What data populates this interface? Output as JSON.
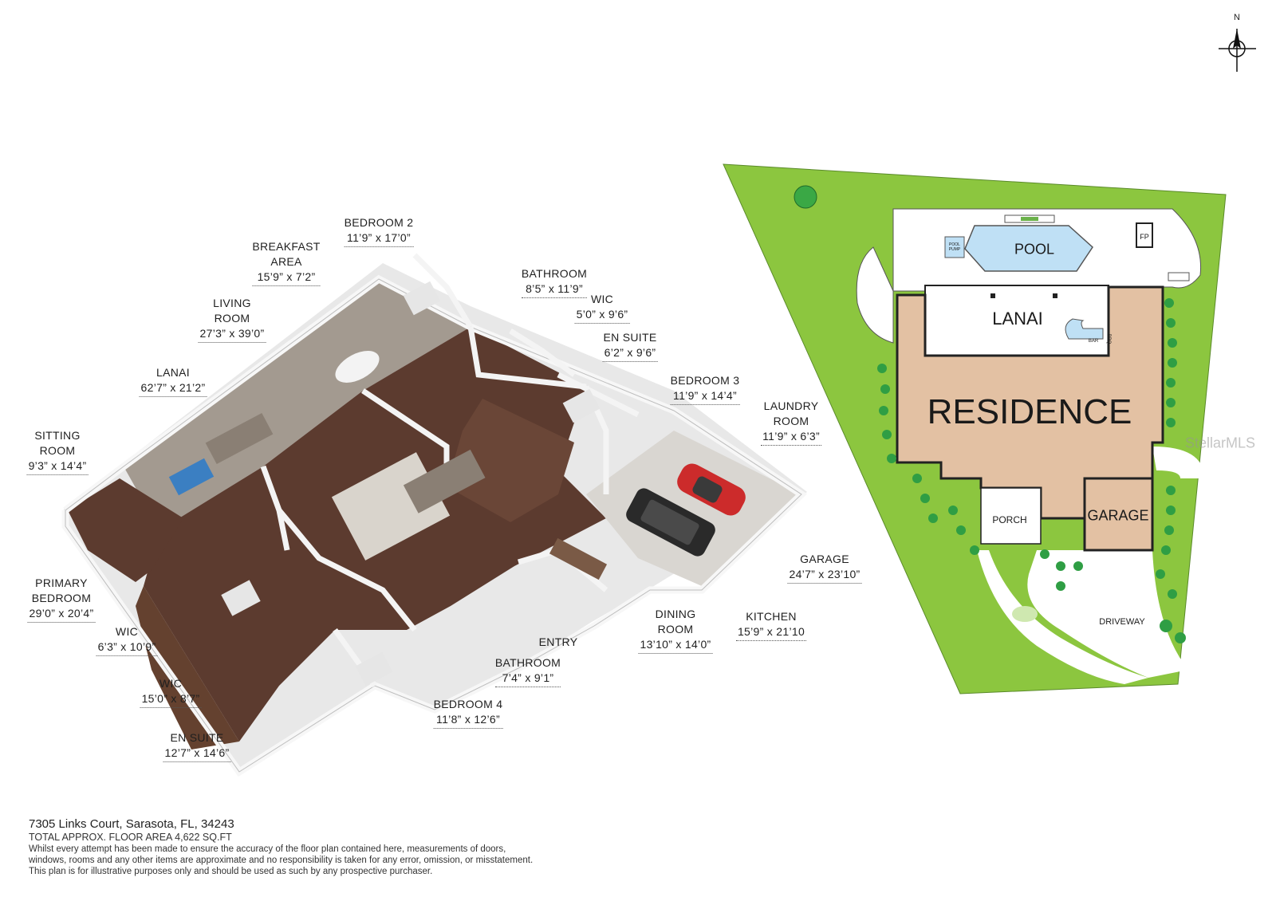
{
  "floor_plan": {
    "rooms": [
      {
        "id": "bedroom-2",
        "name": "BEDROOM 2",
        "dims": "11’9” x 17’0”"
      },
      {
        "id": "breakfast-area",
        "name": "BREAKFAST AREA",
        "name_lines": [
          "BREAKFAST",
          "AREA"
        ],
        "dims": "15’9” x 7’2”"
      },
      {
        "id": "bathroom-upper",
        "name": "BATHROOM",
        "dims": "8’5” x 11’9”"
      },
      {
        "id": "wic-upper",
        "name": "WIC",
        "dims": "5’0” x 9’6”"
      },
      {
        "id": "living-room",
        "name": "LIVING ROOM",
        "name_lines": [
          "LIVING",
          "ROOM"
        ],
        "dims": "27’3” x 39’0”"
      },
      {
        "id": "en-suite-upper",
        "name": "EN SUITE",
        "dims": "6’2” x 9’6”"
      },
      {
        "id": "lanai",
        "name": "LANAI",
        "dims": "62’7” x 21’2”"
      },
      {
        "id": "bedroom-3",
        "name": "BEDROOM 3",
        "dims": "11’9” x 14’4”"
      },
      {
        "id": "laundry-room",
        "name": "LAUNDRY ROOM",
        "name_lines": [
          "LAUNDRY",
          "ROOM"
        ],
        "dims": "11’9” x 6’3”"
      },
      {
        "id": "sitting-room",
        "name": "SITTING ROOM",
        "name_lines": [
          "SITTING",
          "ROOM"
        ],
        "dims": "9’3” x 14’4”"
      },
      {
        "id": "garage",
        "name": "GARAGE",
        "dims": "24’7” x 23’10”"
      },
      {
        "id": "primary-bedroom",
        "name": "PRIMARY BEDROOM",
        "name_lines": [
          "PRIMARY",
          "BEDROOM"
        ],
        "dims": "29’0” x 20’4”"
      },
      {
        "id": "dining-room",
        "name": "DINING ROOM",
        "name_lines": [
          "DINING",
          "ROOM"
        ],
        "dims": "13’10” x 14’0”"
      },
      {
        "id": "kitchen",
        "name": "KITCHEN",
        "dims": "15’9” x 21’10"
      },
      {
        "id": "wic-primary",
        "name": "WIC",
        "dims": "6’3” x 10’9”"
      },
      {
        "id": "entry",
        "name": "ENTRY",
        "dims": ""
      },
      {
        "id": "bathroom-lower",
        "name": "BATHROOM",
        "dims": "7’4” x 9’1”"
      },
      {
        "id": "wic-lower",
        "name": "WIC",
        "dims": "15’0” x 8’7”"
      },
      {
        "id": "bedroom-4",
        "name": "BEDROOM 4",
        "dims": "11’8” x 12’6”"
      },
      {
        "id": "en-suite-lower",
        "name": "EN SUITE",
        "dims": "12’7” x 14’6”"
      }
    ]
  },
  "site_plan": {
    "labels": {
      "pool": "POOL",
      "pool_pump": "POOL PUMP",
      "fp": "FP",
      "lanai": "LANAI",
      "bar": "BAR",
      "bbq": "BBQ",
      "residence": "RESIDENCE",
      "porch": "PORCH",
      "garage": "GARAGE",
      "driveway": "DRIVEWAY"
    }
  },
  "compass": {
    "north": "N"
  },
  "footer": {
    "address": "7305 Links Court, Sarasota, FL, 34243",
    "total_area": "TOTAL APPROX. FLOOR AREA 4,622 SQ.FT",
    "disclaimer_lines": [
      "Whilst every attempt has been made to ensure the accuracy of the floor plan contained here, measurements of doors,",
      "windows, rooms and any other items are approximate and no responsibility is taken for any error, omission, or misstatement.",
      "This plan is for illustrative purposes only and should be used as such by any prospective purchaser."
    ]
  },
  "watermark": "StellarMLS",
  "colors": {
    "lawn": "#8cc63f",
    "floor": "#5a3a2e",
    "lanai_deck": "#9a9188",
    "residence": "#e3c1a3",
    "walls": "#f4f4f4",
    "tree": "#3aa845",
    "outline": "#222222"
  }
}
